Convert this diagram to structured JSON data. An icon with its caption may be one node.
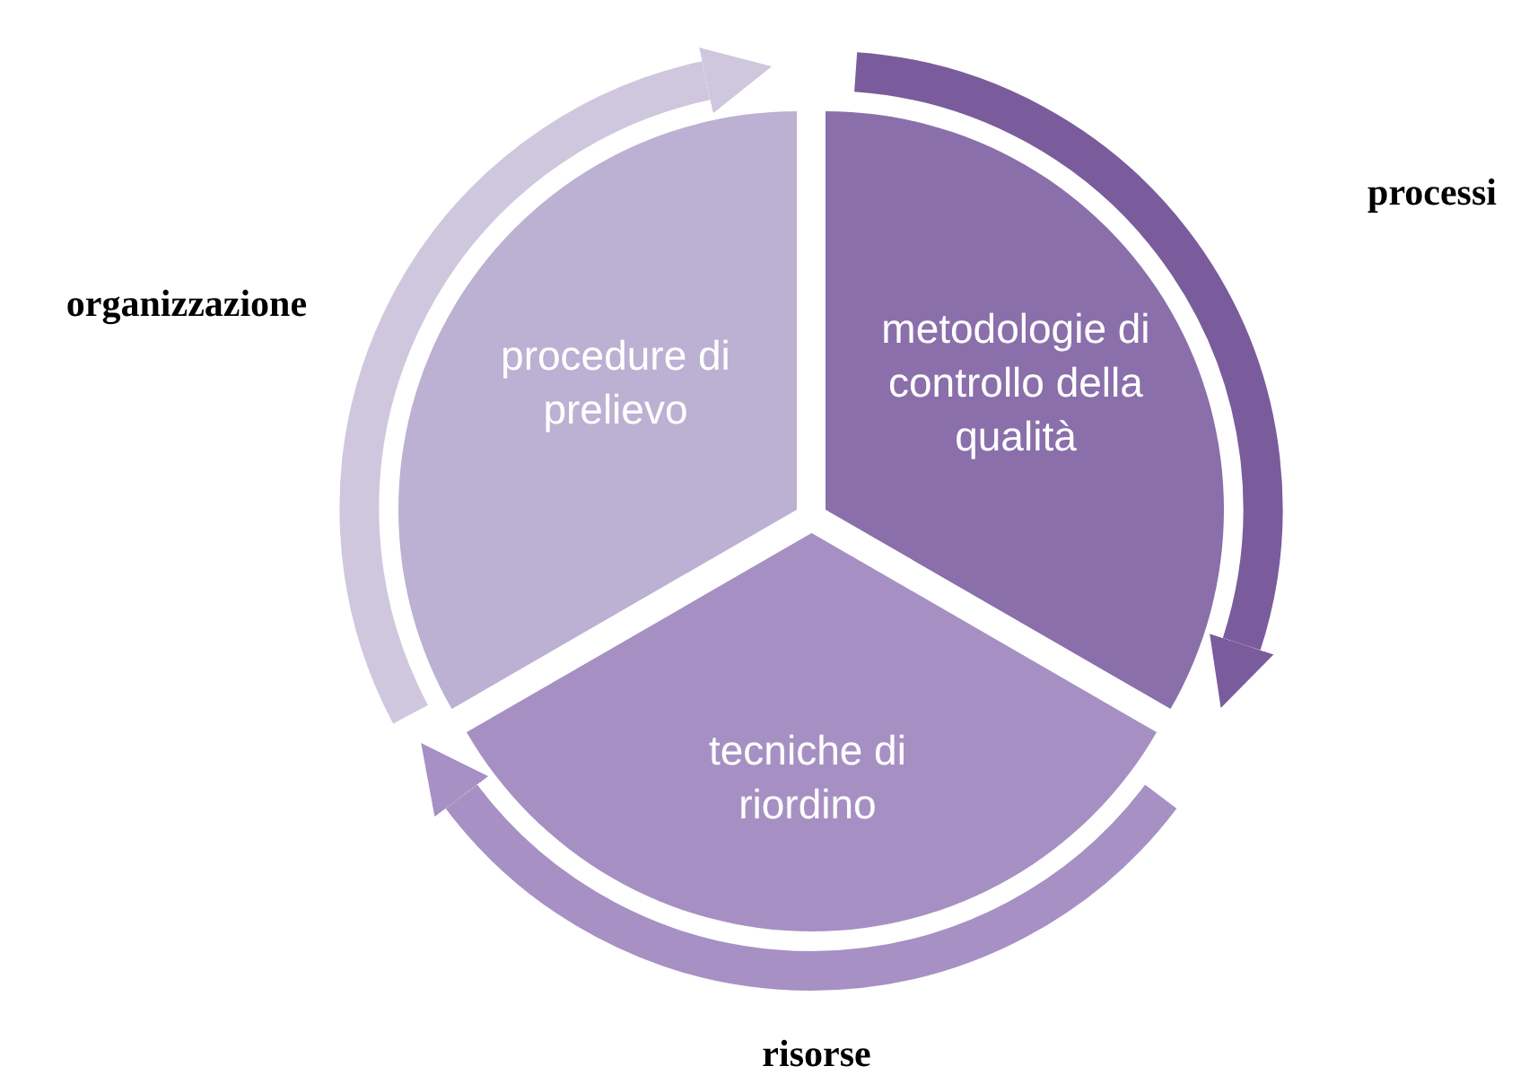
{
  "diagram": {
    "nodes": [
      {
        "text": [
          "procedure di prelievo"
        ]
      },
      {
        "text": [
          "metodologie di controllo della qualità"
        ]
      },
      {
        "text": [
          "tecniche di riordino"
        ]
      }
    ],
    "labels": [
      "processi",
      "organizzazione",
      "risorse"
    ]
  }
}
